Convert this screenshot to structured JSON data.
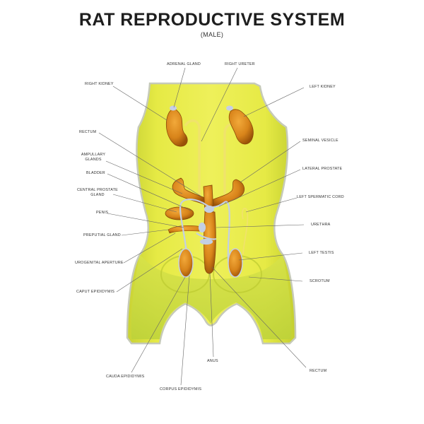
{
  "title": "RAT REPRODUCTIVE SYSTEM",
  "subtitle": "(MALE)",
  "colors": {
    "body_fill": "#e0e53a",
    "body_shade": "#b9c72a",
    "body_edge": "#c9ccbf",
    "organ": "#d98a1c",
    "organ_dark": "#9c5408",
    "duct": "#f0e36a",
    "vessel": "#b8c7e0",
    "leader_line": "#555555"
  },
  "labels": {
    "adrenal_gland": "ADRENAL GLAND",
    "right_ureter": "RIGHT URETER",
    "right_kidney": "RIGHT KIDNEY",
    "left_kidney": "LEFT KIDNEY",
    "rectum_top": "RECTUM",
    "seminal_vesicle": "SEMINAL VESICLE",
    "ampullary_glands": "AMPULLARY GLANDS",
    "lateral_prostate": "LATERAL PROSTATE",
    "bladder": "BLADDER",
    "left_spermatic_cord": "LEFT SPERMATIC CORD",
    "central_prostate_gland": "CENTRAL PROSTATE GLAND",
    "penis": "PENIS",
    "urethra": "URETHRA",
    "preputial_gland": "PREPUTIAL GLAND",
    "left_testis": "LEFT TESTIS",
    "urogenital_aperture": "UROGENITAL APERTURE",
    "scrotum": "SCROTUM",
    "caput_epididymis": "CAPUT EPIDIDYMIS",
    "anus": "ANUS",
    "rectum_bottom": "RECTUM",
    "cauda_epididymis": "CAUDA EPIDIDYMIS",
    "corpus_epididymis": "CORPUS EPIDIDYMIS"
  }
}
